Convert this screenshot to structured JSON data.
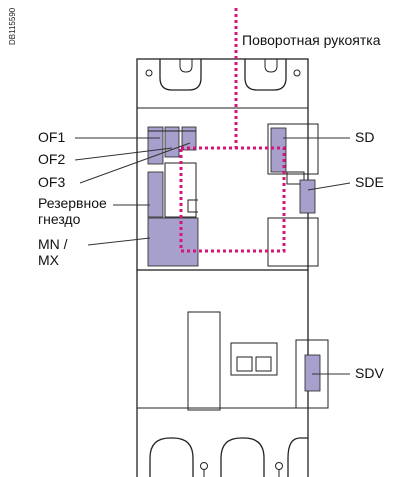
{
  "doc_code": "DB115590",
  "labels": {
    "handle": "Поворотная рукоятка",
    "of1": "OF1",
    "of2": "OF2",
    "of3": "OF3",
    "reserve_line1": "Резервное",
    "reserve_line2": "гнездо",
    "mnmx_line1": "MN /",
    "mnmx_line2": "MX",
    "sd": "SD",
    "sde": "SDE",
    "sdv": "SDV"
  },
  "colors": {
    "slot_fill": "#a8a0cc",
    "handle_outline": "#d6147a",
    "line": "#222222",
    "background": "#ffffff"
  }
}
